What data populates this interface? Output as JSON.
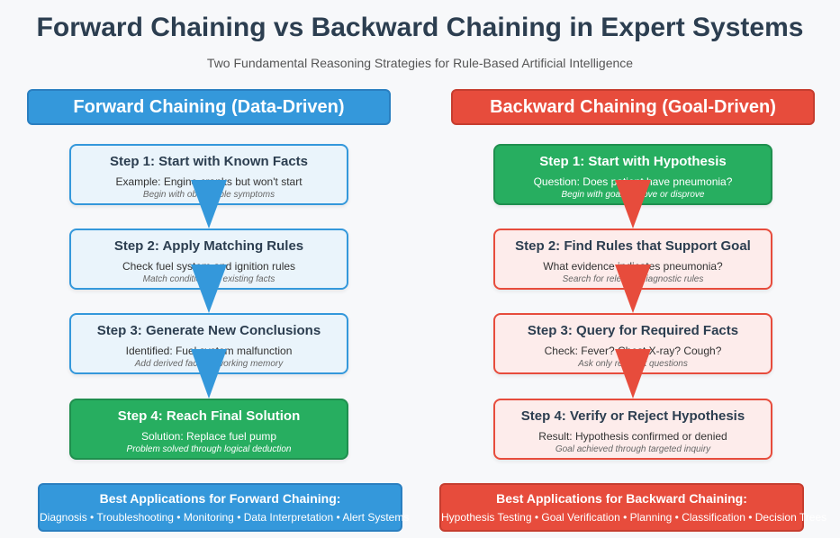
{
  "title": "Forward Chaining vs Backward Chaining in Expert Systems",
  "subtitle": "Two Fundamental Reasoning Strategies for Rule-Based Artificial Intelligence",
  "colors": {
    "blue": "#3498db",
    "red": "#e74c3c",
    "green": "#27ae60"
  },
  "forward": {
    "header": "Forward Chaining (Data-Driven)",
    "steps": [
      {
        "title": "Step 1: Start with Known Facts",
        "text": "Example: Engine cranks but won't start",
        "note": "Begin with observable symptoms"
      },
      {
        "title": "Step 2: Apply Matching Rules",
        "text": "Check fuel system and ignition rules",
        "note": "Match conditions to existing facts"
      },
      {
        "title": "Step 3: Generate New Conclusions",
        "text": "Identified: Fuel system malfunction",
        "note": "Add derived facts to working memory"
      },
      {
        "title": "Step 4: Reach Final Solution",
        "text": "Solution: Replace fuel pump",
        "note": "Problem solved through logical deduction"
      }
    ],
    "apps_title": "Best Applications for Forward Chaining:",
    "apps_list": "Diagnosis • Troubleshooting • Monitoring • Data Interpretation • Alert Systems"
  },
  "backward": {
    "header": "Backward Chaining (Goal-Driven)",
    "steps": [
      {
        "title": "Step 1: Start with Hypothesis",
        "text": "Question: Does patient have pneumonia?",
        "note": "Begin with goal to prove or disprove"
      },
      {
        "title": "Step 2: Find Rules that Support Goal",
        "text": "What evidence indicates pneumonia?",
        "note": "Search for relevant diagnostic rules"
      },
      {
        "title": "Step 3: Query for Required Facts",
        "text": "Check: Fever? Chest X-ray? Cough?",
        "note": "Ask only relevant questions"
      },
      {
        "title": "Step 4: Verify or Reject Hypothesis",
        "text": "Result: Hypothesis confirmed or denied",
        "note": "Goal achieved through targeted inquiry"
      }
    ],
    "apps_title": "Best Applications for Backward Chaining:",
    "apps_list": "Hypothesis Testing • Goal Verification • Planning • Classification • Decision Trees"
  }
}
